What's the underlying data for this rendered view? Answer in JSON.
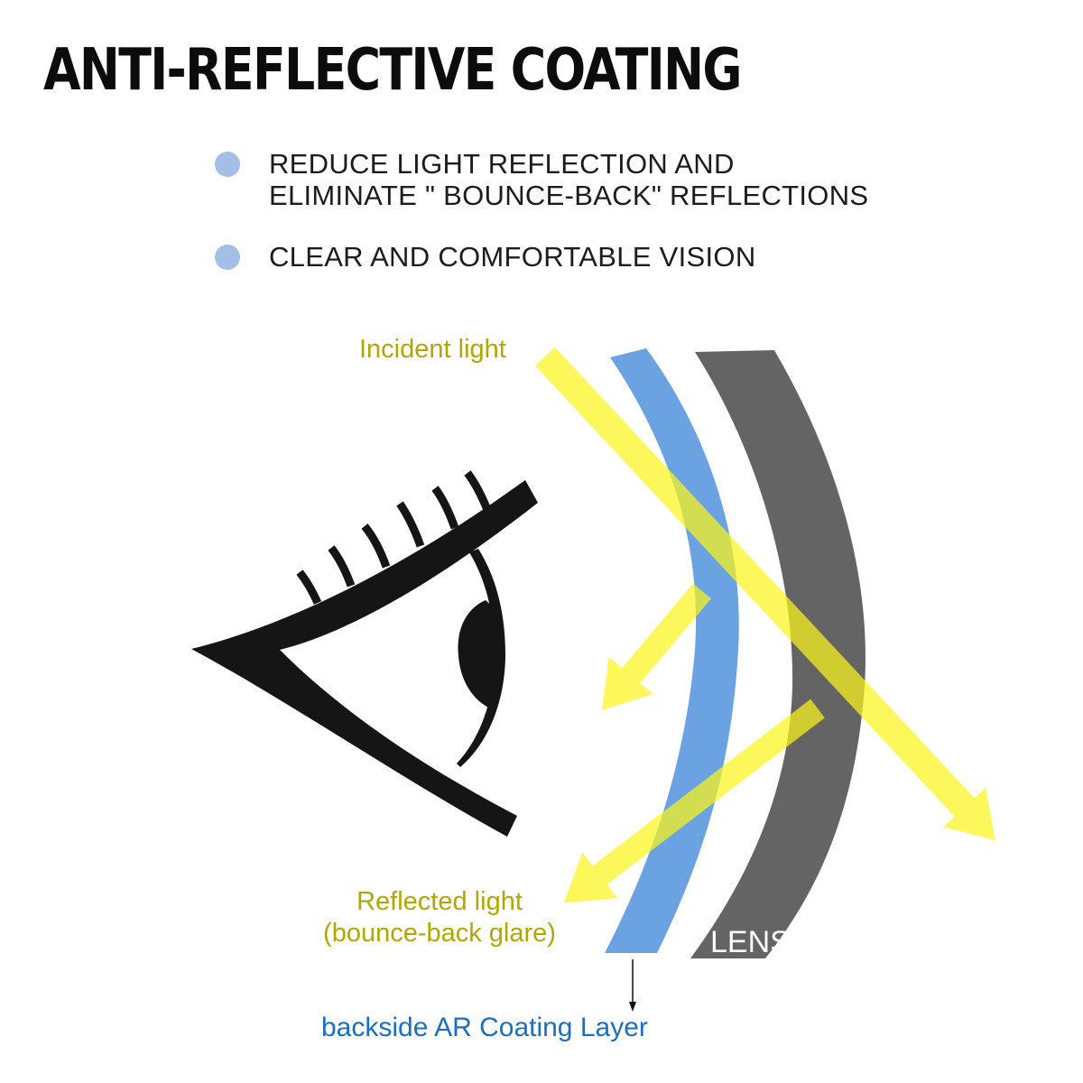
{
  "title": "ANTI-REFLECTIVE COATING",
  "bullets": [
    {
      "lines": [
        "REDUCE LIGHT REFLECTION AND",
        "ELIMINATE \" BOUNCE-BACK\" REFLECTIONS"
      ],
      "icon": "circle-bullet-icon"
    },
    {
      "lines": [
        "CLEAR AND COMFORTABLE VISION"
      ],
      "icon": "circle-bullet-icon"
    }
  ],
  "diagram": {
    "incident_label": "Incident light",
    "reflected_label_line1": "Reflected light",
    "reflected_label_line2": "(bounce-back glare)",
    "lens_label": "LENS",
    "coating_label": "backside AR Coating Layer",
    "icons": [
      "eye-icon",
      "coating-layer-icon",
      "lens-icon",
      "incident-arrow-icon",
      "reflected-arrow-icon"
    ]
  },
  "colors": {
    "title": "#0c0c0c",
    "bullet_dot": "#a3bfe6",
    "bullet_text": "#1c1c1c",
    "light_beam": "#fbf51c",
    "light_label": "#b2a700",
    "coating_layer": "#6aa2e2",
    "lens": "#646464",
    "coating_label": "#1a6fc4",
    "eye": "#151515"
  }
}
